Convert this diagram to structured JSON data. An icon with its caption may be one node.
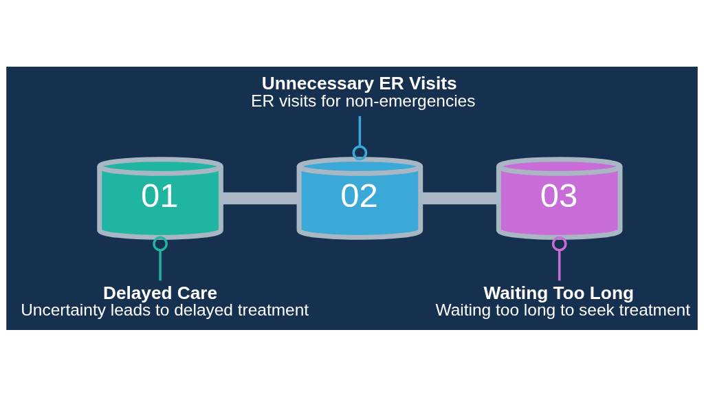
{
  "diagram": {
    "nodes": [
      {
        "text": [
          "01"
        ]
      },
      {
        "text": [
          "02"
        ]
      },
      {
        "text": [
          "03"
        ]
      },
      {
        "text": [
          "Delayed Care",
          "Uncertainty leads to delayed treatment"
        ]
      },
      {
        "text": [
          "Unnecessary ER Visits",
          "ER visits for non-emergencies"
        ]
      },
      {
        "text": [
          "Waiting Too Long",
          "Waiting too long to seek treatment"
        ]
      }
    ],
    "edges": [
      {
        "from": 0,
        "to": 1,
        "arrow": "none",
        "style": "thick",
        "color": "#a9b6c4"
      },
      {
        "from": 1,
        "to": 2,
        "arrow": "none",
        "style": "thick",
        "color": "#a9b6c4"
      },
      {
        "from": 4,
        "to": 1,
        "arrow": "other",
        "color": "#3aa9d8"
      },
      {
        "from": 3,
        "to": 0,
        "arrow": "other",
        "color": "#1fb5a0"
      },
      {
        "from": 5,
        "to": 2,
        "arrow": "other",
        "color": "#c86dd7"
      }
    ]
  }
}
